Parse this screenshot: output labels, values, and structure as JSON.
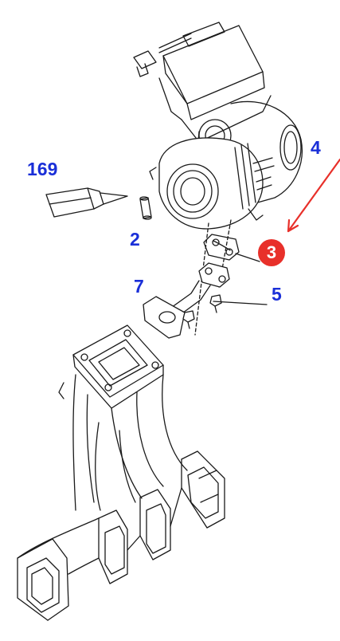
{
  "labels": {
    "p169": "169",
    "p2": "2",
    "p4": "4",
    "p7": "7",
    "p5": "5",
    "p3": "3"
  },
  "colors": {
    "label": "#1a2fd8",
    "callout": "#e8302a",
    "line": "#1a1a1a"
  }
}
